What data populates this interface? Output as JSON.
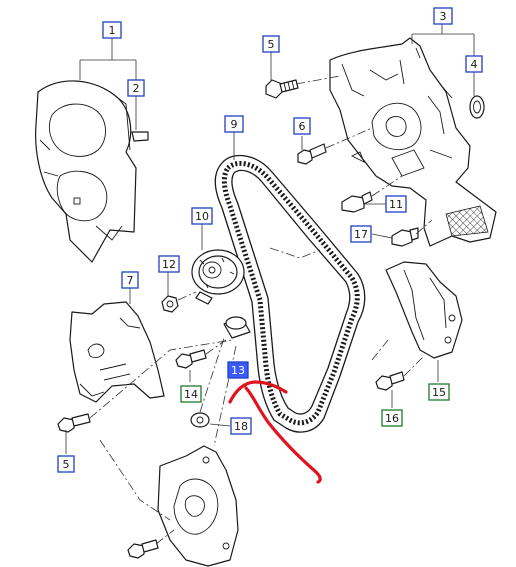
{
  "diagram": {
    "accent_colors": {
      "blue_label": "#1f3fbf",
      "green_label": "#1d7a2a",
      "highlight_fill": "#3b5bff",
      "red_annotation": "#e0141e"
    },
    "callouts": [
      {
        "id": "c1",
        "text": "1",
        "style": "blue"
      },
      {
        "id": "c2",
        "text": "2",
        "style": "blue"
      },
      {
        "id": "c3",
        "text": "3",
        "style": "blue"
      },
      {
        "id": "c4",
        "text": "4",
        "style": "blue"
      },
      {
        "id": "c5a",
        "text": "5",
        "style": "blue"
      },
      {
        "id": "c5b",
        "text": "5",
        "style": "blue"
      },
      {
        "id": "c6",
        "text": "6",
        "style": "blue"
      },
      {
        "id": "c7",
        "text": "7",
        "style": "blue"
      },
      {
        "id": "c9",
        "text": "9",
        "style": "blue"
      },
      {
        "id": "c10",
        "text": "10",
        "style": "blue"
      },
      {
        "id": "c11",
        "text": "11",
        "style": "blue"
      },
      {
        "id": "c12",
        "text": "12",
        "style": "blue"
      },
      {
        "id": "c13",
        "text": "13",
        "style": "highlight"
      },
      {
        "id": "c14",
        "text": "14",
        "style": "green"
      },
      {
        "id": "c15",
        "text": "15",
        "style": "green"
      },
      {
        "id": "c16",
        "text": "16",
        "style": "green"
      },
      {
        "id": "c17",
        "text": "17",
        "style": "blue"
      },
      {
        "id": "c18",
        "text": "18",
        "style": "blue"
      }
    ]
  }
}
